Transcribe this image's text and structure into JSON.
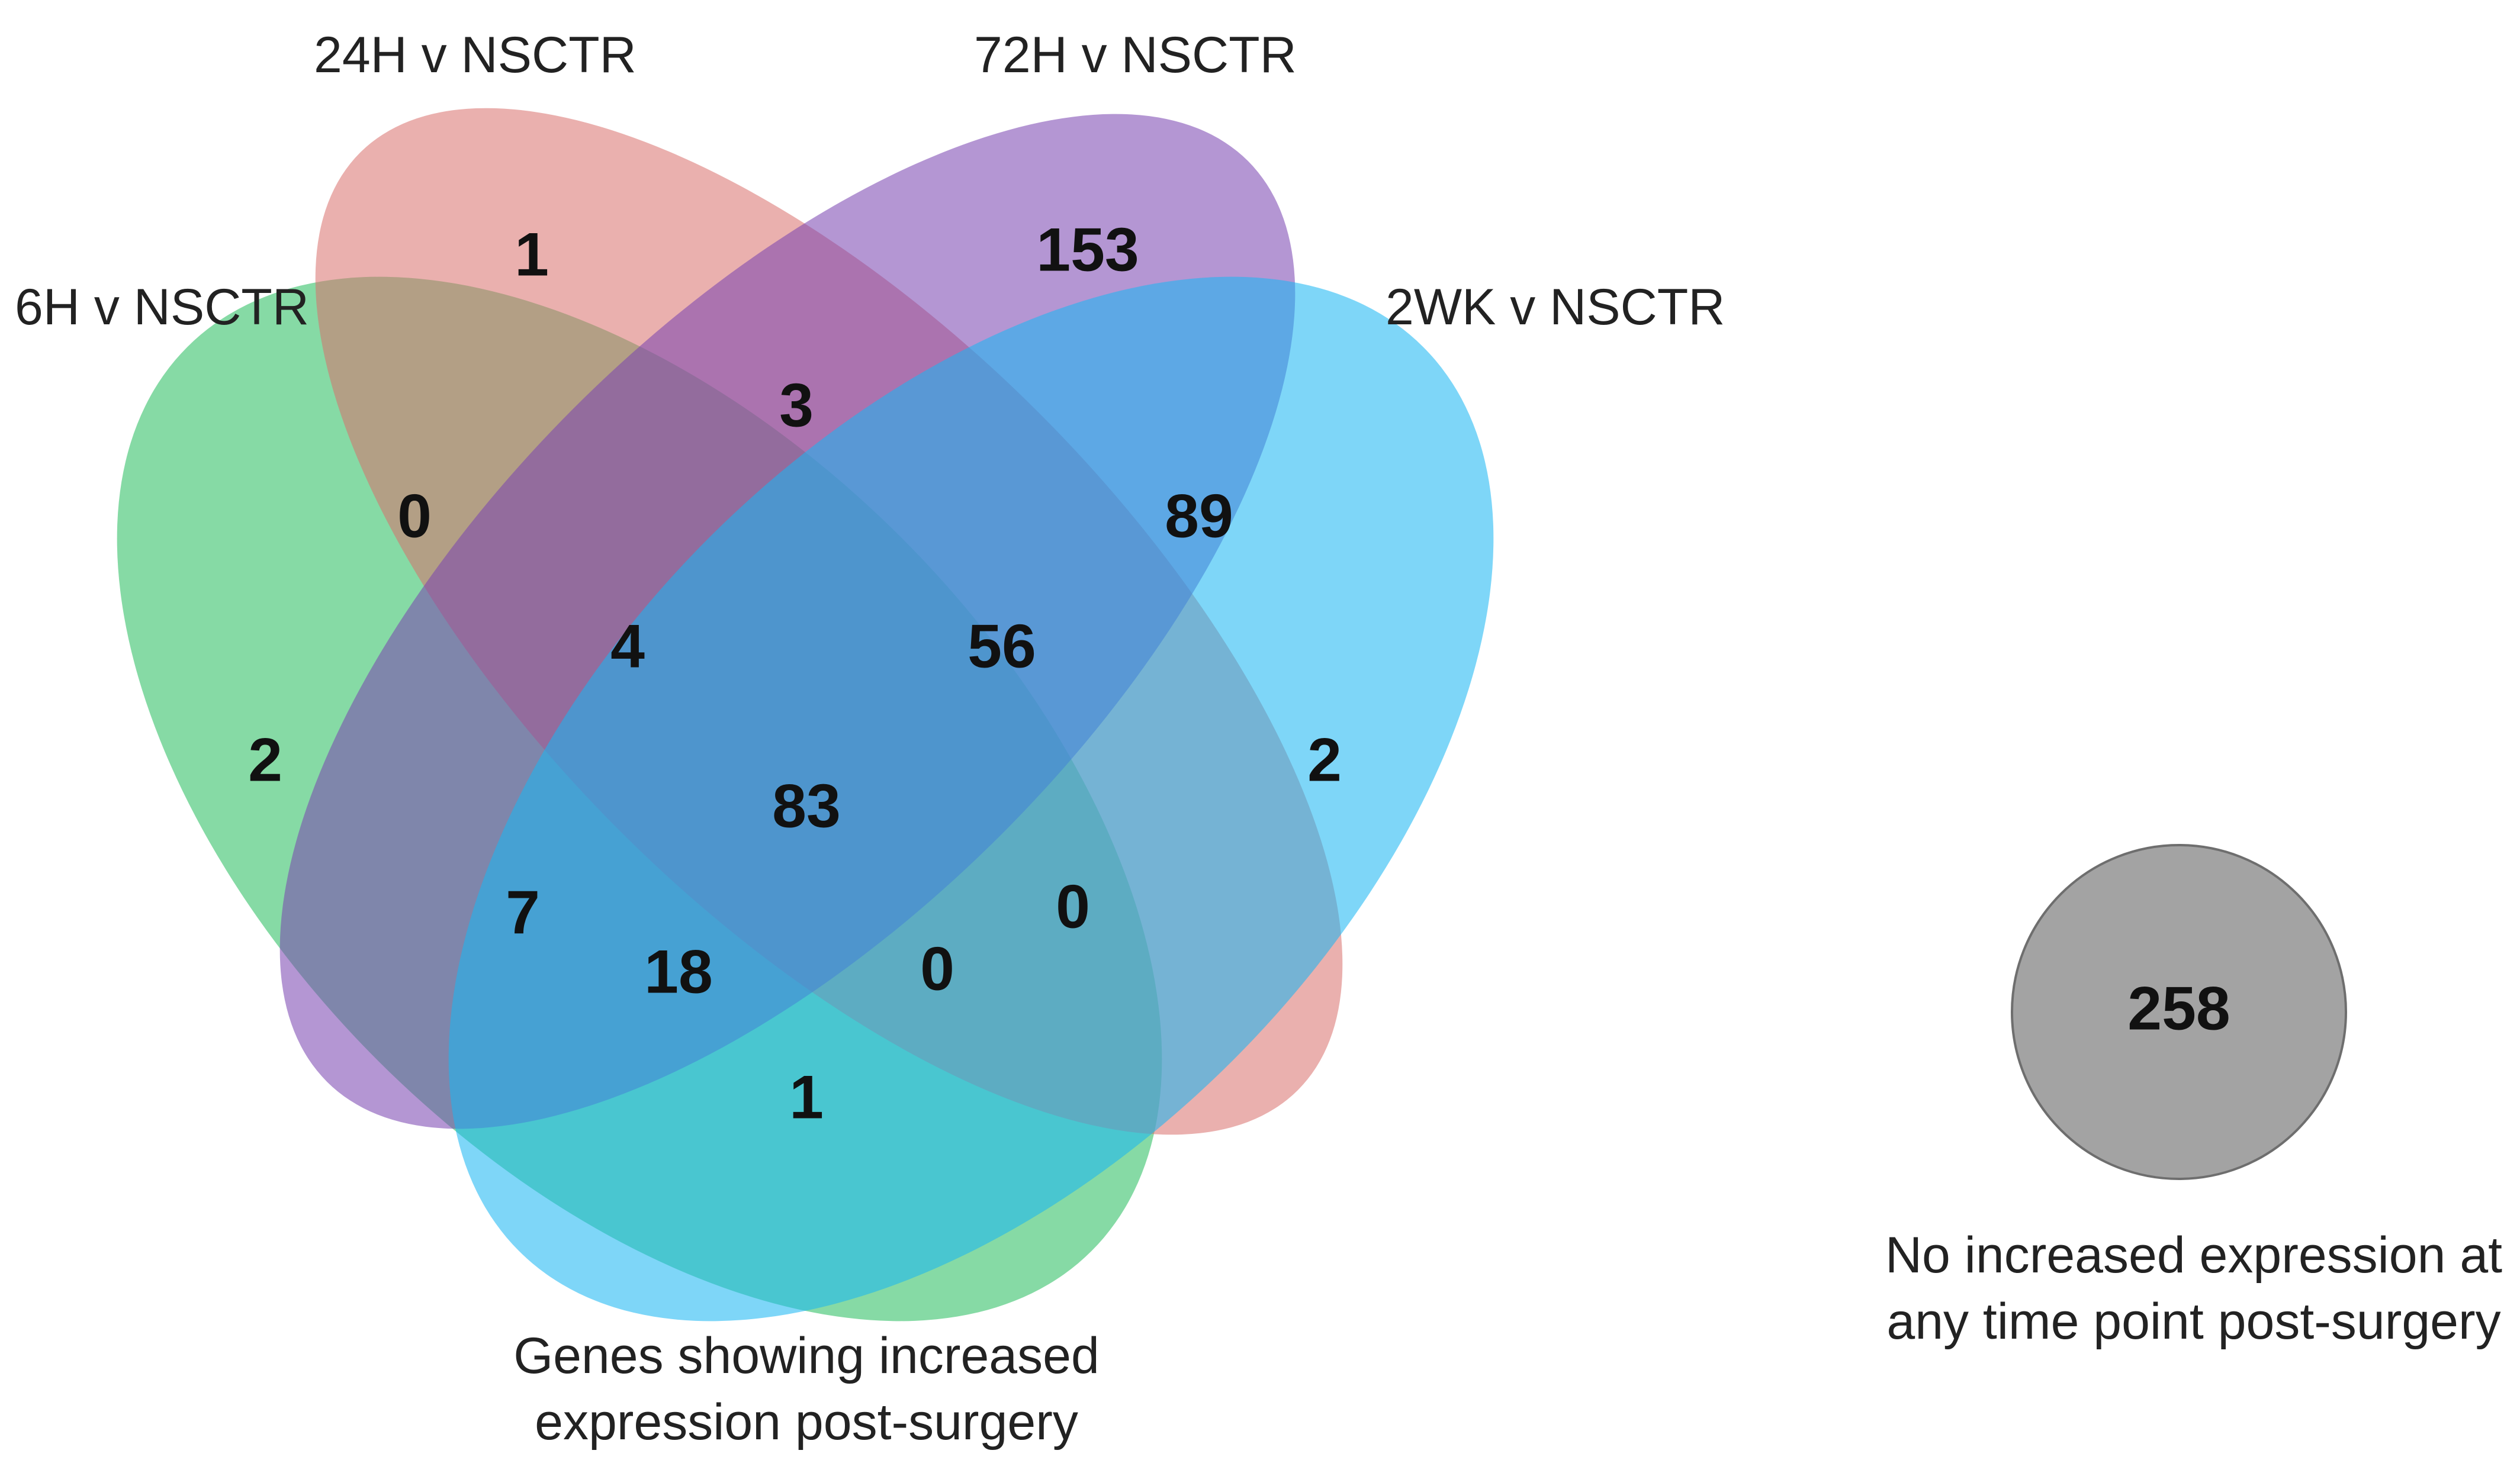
{
  "sets": [
    {
      "id": "6h",
      "label": "6H v NSCTR",
      "color": "#3cc36e"
    },
    {
      "id": "24h",
      "label": "24H v NSCTR",
      "color": "#d8706c"
    },
    {
      "id": "72h",
      "label": "72H v NSCTR",
      "color": "#7a43b0"
    },
    {
      "id": "2wk",
      "label": "2WK v NSCTR",
      "color": "#19b6f2"
    }
  ],
  "regions": {
    "only_24h": "1",
    "only_72h": "153",
    "24h_72h": "3",
    "6h_24h": "0",
    "72h_2wk": "89",
    "6h_24h_72h": "4",
    "24h_72h_2wk": "56",
    "only_6h": "2",
    "only_2wk": "2",
    "all_four": "83",
    "6h_72h": "7",
    "24h_2wk": "0",
    "6h_72h_2wk": "18",
    "6h_24h_2wk": "0",
    "6h_2wk": "1"
  },
  "captions": {
    "venn_line1": "Genes showing increased",
    "venn_line2": "expression post-surgery",
    "none_line1": "No increased expression at",
    "none_line2": "any time point post-surgery"
  },
  "none_set": {
    "count": "258",
    "color": "#a3a3a3"
  }
}
